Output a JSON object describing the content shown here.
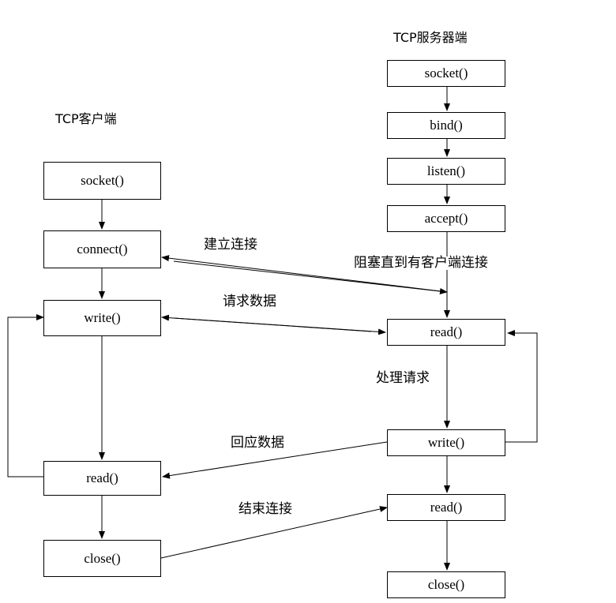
{
  "client": {
    "title": "TCP客户端",
    "boxes": {
      "socket": "socket()",
      "connect": "connect()",
      "write": "write()",
      "read": "read()",
      "close": "close()"
    }
  },
  "server": {
    "title": "TCP服务器端",
    "boxes": {
      "socket": "socket()",
      "bind": "bind()",
      "listen": "listen()",
      "accept": "accept()",
      "read": "read()",
      "write": "write()",
      "read2": "read()",
      "close": "close()"
    }
  },
  "labels": {
    "establish": "建立连接",
    "block": "阻塞直到有客户端连接",
    "request": "请求数据",
    "process": "处理请求",
    "reply": "回应数据",
    "end": "结束连接"
  }
}
